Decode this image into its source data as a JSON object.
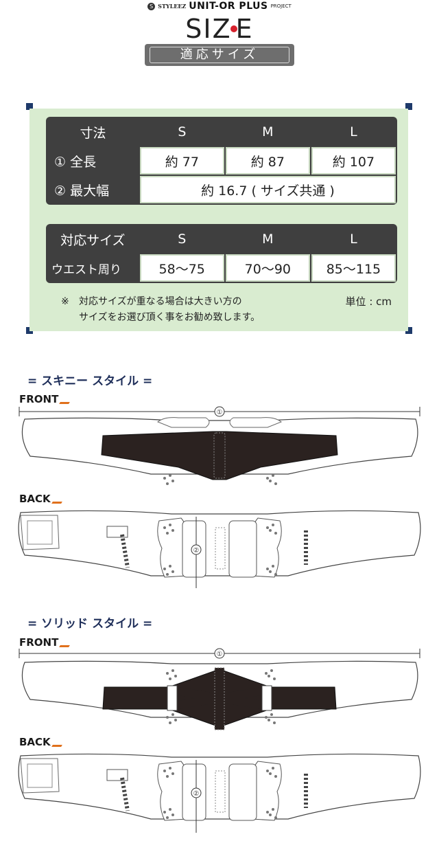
{
  "header": {
    "brand_prefix": "STYLEEZ",
    "brand_main": "UNIT-OR PLUS",
    "brand_suffix": "PROJECT",
    "title_left": "SIZ",
    "title_right": "E",
    "subtitle": "適応サイズ"
  },
  "dimensions_table": {
    "header": [
      "寸法",
      "S",
      "M",
      "L"
    ],
    "rows": [
      {
        "label": "① 全長",
        "values": [
          "約 77",
          "約 87",
          "約 107"
        ]
      },
      {
        "label": "② 最大幅",
        "value_all": "約 16.7 ( サイズ共通 )"
      }
    ]
  },
  "waist_table": {
    "header": [
      "対応サイズ",
      "S",
      "M",
      "L"
    ],
    "rows": [
      {
        "label": "ウエスト周り",
        "values": [
          "58〜75",
          "70〜90",
          "85〜115"
        ]
      }
    ]
  },
  "note": {
    "mark": "※",
    "line1": "対応サイズが重なる場合は大きい方の",
    "line2": "サイズをお選び頂く事をお勧め致します。",
    "unit": "単位 : cm"
  },
  "skinny": {
    "heading": "= スキニー スタイル =",
    "front_label": "FRONT",
    "back_label": "BACK",
    "dim1": "①",
    "dim2": "②"
  },
  "solid": {
    "heading": "= ソリッド スタイル =",
    "front_label": "FRONT",
    "back_label": "BACK",
    "dim1": "①",
    "dim2": "②"
  },
  "colors": {
    "panel_bg": "#d9ecd0",
    "table_dark": "#3f3f3f",
    "heading_navy": "#1f2f5a",
    "accent_red": "#d7212d",
    "accent_orange": "#e0701c"
  }
}
